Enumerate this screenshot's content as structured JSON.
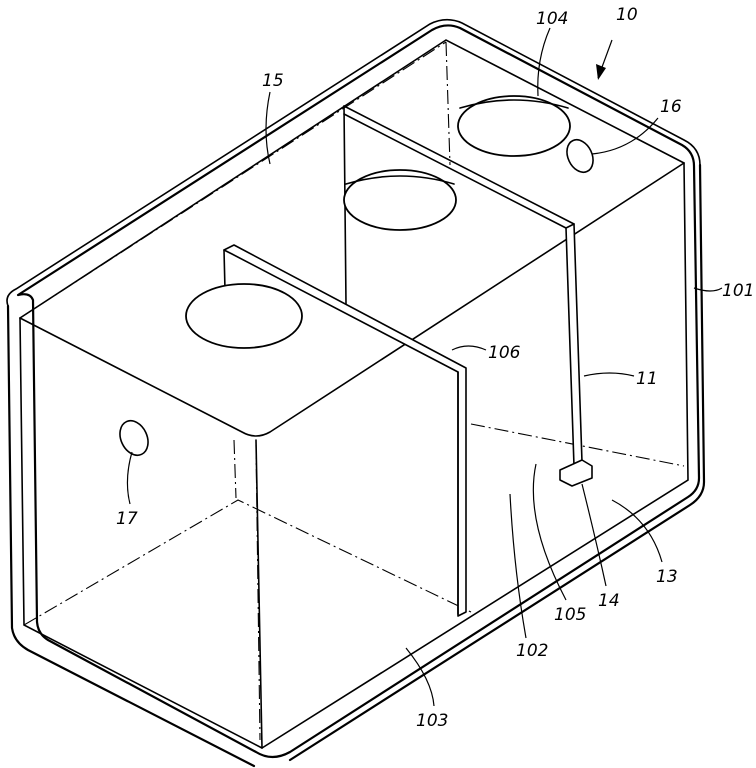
{
  "labels": {
    "assembly": "10",
    "top": "15",
    "hole_back": "104",
    "hole_small_right": "16",
    "side_wall": "101",
    "divider_panel": "106",
    "rod": "11",
    "hole_small_left": "17",
    "chamber_right": "13",
    "foot": "14",
    "gap": "105",
    "chamber_middle": "102",
    "chamber_front": "103"
  }
}
